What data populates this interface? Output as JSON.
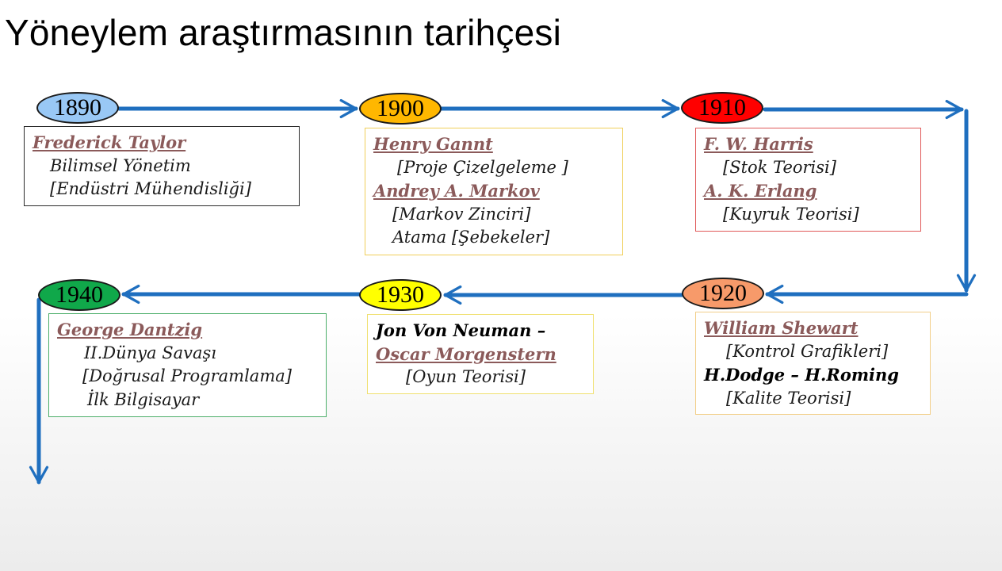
{
  "title": "Yöneylem araştırmasının tarihçesi",
  "colors": {
    "arrow": "#1f6fbf"
  },
  "milestones": [
    {
      "year": "1890",
      "color": "#99c8f5",
      "border": "#2b2b2b",
      "lines": [
        {
          "text": "Frederick Taylor",
          "kind": "person"
        },
        {
          "text": "Bilimsel Yönetim",
          "kind": "item"
        },
        {
          "text": "[Endüstri Mühendisliği]",
          "kind": "item"
        }
      ]
    },
    {
      "year": "1900",
      "color": "#ffb700",
      "border": "#f0cf5a",
      "lines": [
        {
          "text": "Henry Gannt",
          "kind": "person"
        },
        {
          "text": "[Proje  Çizelgeleme ]",
          "kind": "item"
        },
        {
          "text": "Andrey A. Markov",
          "kind": "person"
        },
        {
          "text": "[Markov Zinciri]",
          "kind": "item"
        },
        {
          "text": "Atama [Şebekeler]",
          "kind": "item"
        }
      ]
    },
    {
      "year": "1910",
      "color": "#ff0000",
      "border": "#e05a5a",
      "lines": [
        {
          "text": "F. W. Harris",
          "kind": "person"
        },
        {
          "text": "[Stok Teorisi]",
          "kind": "item"
        },
        {
          "text": "A. K. Erlang",
          "kind": "person"
        },
        {
          "text": "[Kuyruk Teorisi]",
          "kind": "item"
        }
      ]
    },
    {
      "year": "1920",
      "color": "#f79a6a",
      "border": "#f2cf8a",
      "lines": [
        {
          "text": "William Shewart",
          "kind": "person"
        },
        {
          "text": "[Kontrol Grafikleri]",
          "kind": "item"
        },
        {
          "text": "H.Dodge – H.Roming",
          "kind": "person-plain"
        },
        {
          "text": "[Kalite Teorisi]",
          "kind": "item"
        }
      ]
    },
    {
      "year": "1930",
      "color": "#ffff00",
      "border": "#f0e070",
      "lines": [
        {
          "text": "Jon Von Neuman –",
          "kind": "person-plain"
        },
        {
          "text": "Oscar Morgenstern",
          "kind": "person"
        },
        {
          "text": "[Oyun Teorisi]",
          "kind": "item"
        }
      ]
    },
    {
      "year": "1940",
      "color": "#10a84a",
      "border": "#4caf6a",
      "lines": [
        {
          "text": "George Dantzig",
          "kind": "person"
        },
        {
          "text": "II.Dünya Savaşı",
          "kind": "item"
        },
        {
          "text": "[Doğrusal Programlama]",
          "kind": "item"
        },
        {
          "text": "İlk Bilgisayar",
          "kind": "item"
        }
      ]
    }
  ]
}
